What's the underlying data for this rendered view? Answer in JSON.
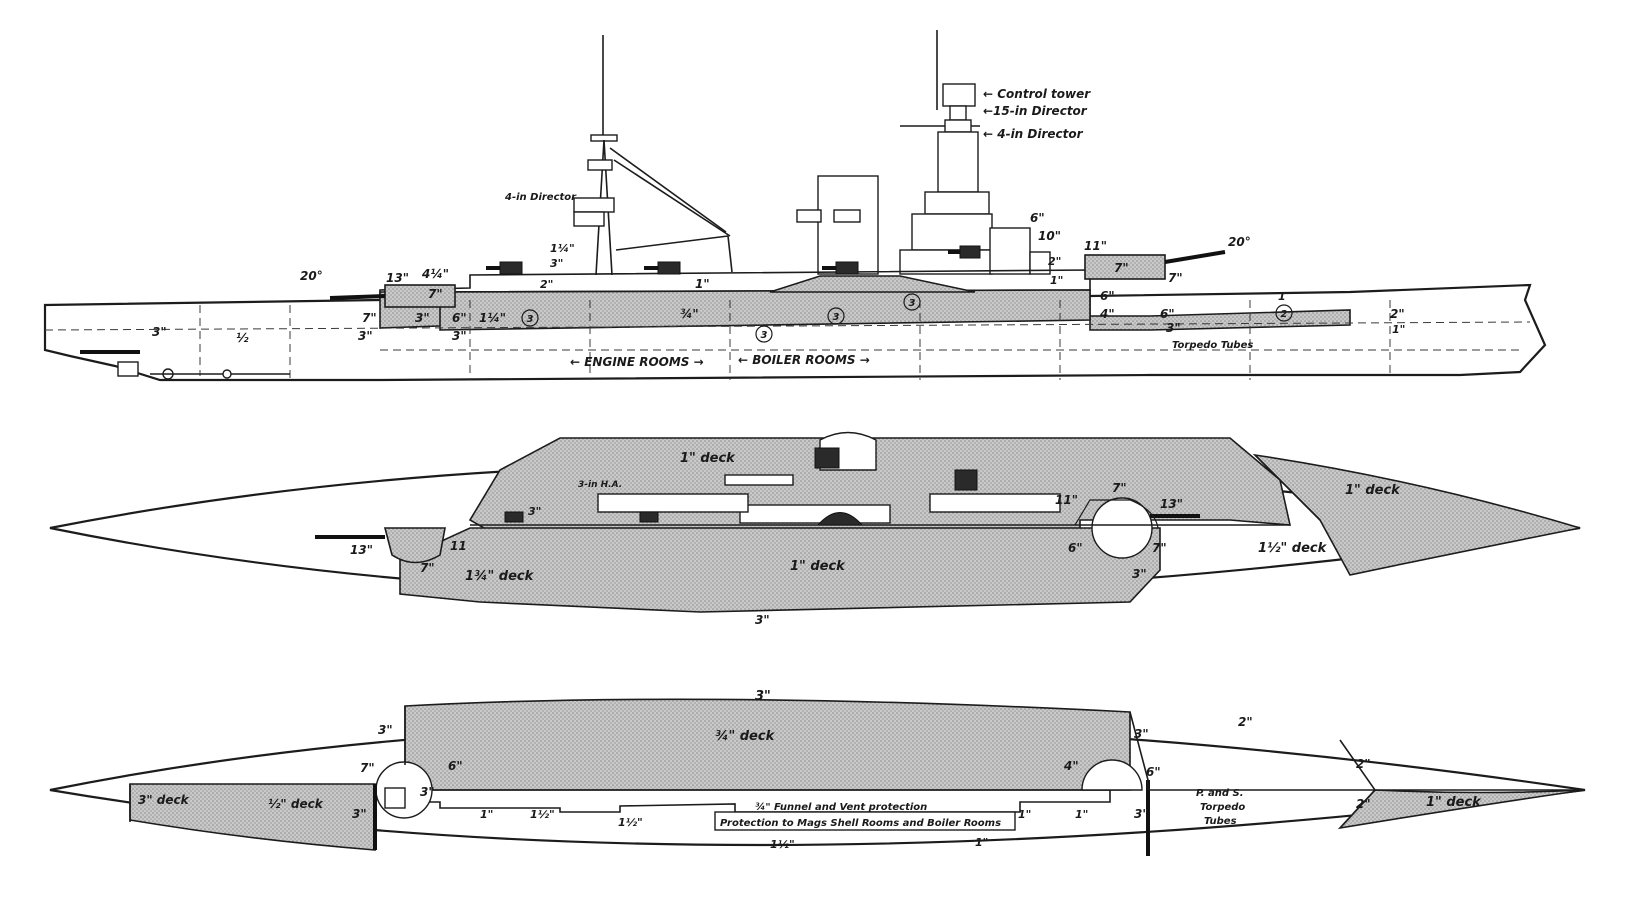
{
  "profile": {
    "callouts": {
      "control_tower": "← Control tower",
      "director_15": "←15-in Director",
      "director_4_top": "← 4-in Director",
      "director_4_aft": "4-in Director",
      "torpedo_tubes": "Torpedo Tubes"
    },
    "rooms": {
      "engine": "← ENGINE ROOMS →",
      "boiler": "← BOILER ROOMS →"
    },
    "armour": {
      "a20_aft": "20°",
      "a13": "13\"",
      "a4q": "4¼\"",
      "a7_aft": "7\"",
      "a3_aft": "3\"",
      "a7_turret": "7\"",
      "a3_box": "3\"",
      "a6_box": "6\"",
      "a1q_box": "1¼\"",
      "a3_belt_low": "3\"",
      "a1q_top": "1¼\"",
      "a3_top": "3\"",
      "a2_top": "2\"",
      "a1_deck": "1\"",
      "a34": "¾\"",
      "a6_tower": "6\"",
      "a10": "10\"",
      "a2_tower": "2\"",
      "a1_tower": "1\"",
      "a11": "11\"",
      "a7_fwd_turret": "7\"",
      "a20_fwd": "20°",
      "a7_fwd": "7\"",
      "a6_fwd": "6\"",
      "a4_fwd": "4\"",
      "a6_fwd2": "6\"",
      "a3_fwd": "3\"",
      "a1_bow": "1",
      "a2_bow": "2\"",
      "a1_bow2": "1\"",
      "a3_stern": "3\"",
      "a12_stern": "½"
    },
    "circled": [
      "3",
      "3",
      "3",
      "3",
      "2"
    ]
  },
  "plan_upper": {
    "labels": {
      "deck1_mid": "1\" deck",
      "deck1_bow": "1\" deck",
      "deck1_main": "1\" deck",
      "deck112": "1½\" deck",
      "deck134": "1¾\" deck",
      "ha": "3-in H.A.",
      "a3_small": "3\"",
      "a13_aft": "13\"",
      "a11_aft": "11",
      "a7_aft": "7\"",
      "a11_fwd": "11\"",
      "a7_fwd": "7\"",
      "a13_fwd": "13\"",
      "a6_fwd": "6\"",
      "a7_fwd2": "7\"",
      "a3_fwd": "3\"",
      "a3_bottom": "3\""
    }
  },
  "plan_lower": {
    "labels": {
      "top3": "3\"",
      "top2": "2\"",
      "deck34": "¾\" deck",
      "deck3": "3\" deck",
      "deck12": "½\" deck",
      "deck1": "1\" deck",
      "a3_l1": "3\"",
      "a7": "7\"",
      "a6": "6\"",
      "a3_in": "3\"",
      "a3_l2": "3\"",
      "a4": "4\"",
      "a3_r1": "3\"",
      "a6_r": "6\"",
      "a3_r2": "3\"",
      "a2_r": "2\"",
      "a2_r2": "2\"",
      "funnel": "¾\"  Funnel and Vent protection",
      "mags": "Protection to Mags Shell Rooms and Boiler Rooms",
      "b1a": "1\"",
      "b112a": "1½\"",
      "b112b": "1½\"",
      "b1b": "1\"",
      "b1c": "1\"",
      "b1d": "1\"",
      "b12": "1½\"",
      "ps": "P. and S.",
      "torp": "Torpedo",
      "tubes": "Tubes"
    }
  }
}
